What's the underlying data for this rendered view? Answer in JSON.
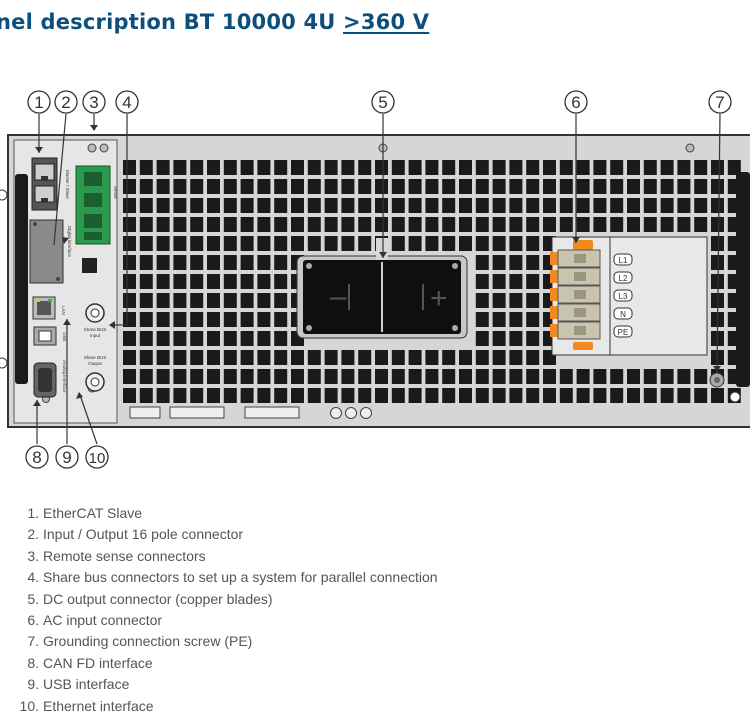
{
  "header": {
    "title_prefix": "nel description BT 10000 4U ",
    "title_voltage": ">360 V"
  },
  "callouts": [
    "1",
    "2",
    "3",
    "4",
    "5",
    "6",
    "7",
    "8",
    "9",
    "10"
  ],
  "panel_labels": {
    "master_slave": "Master / Slave",
    "digital_interface": "Digital interface",
    "sense": "Sense",
    "lan": "LAN",
    "usb": "USB",
    "analog_interface": "Analog interface",
    "share_bus_input": [
      "Share BUS",
      "Input"
    ],
    "share_bus_output": [
      "Share BUS",
      "Output"
    ],
    "dc_minus": "–",
    "dc_plus": "+",
    "ac_terminals": [
      "L1",
      "L2",
      "L3",
      "N",
      "PE"
    ]
  },
  "legend": [
    {
      "num": "1.",
      "text": "EtherCAT Slave"
    },
    {
      "num": "2.",
      "text": "Input / Output 16 pole connector"
    },
    {
      "num": "3.",
      "text": "Remote sense connectors"
    },
    {
      "num": "4.",
      "text": "Share bus connectors to set up a system for parallel connection"
    },
    {
      "num": "5.",
      "text": "DC output connector (copper blades)"
    },
    {
      "num": "6.",
      "text": "AC input connector"
    },
    {
      "num": "7.",
      "text": "Grounding connection screw (PE)"
    },
    {
      "num": "8.",
      "text": "CAN FD interface"
    },
    {
      "num": "9.",
      "text": "USB interface"
    },
    {
      "num": "10.",
      "text": "Ethernet interface"
    }
  ],
  "colors": {
    "title": "#0d4f7c",
    "legend_text": "#555555",
    "connector_green": "#2b9a4c",
    "connector_orange": "#f08a1e",
    "vent": "#1a1a1a"
  }
}
